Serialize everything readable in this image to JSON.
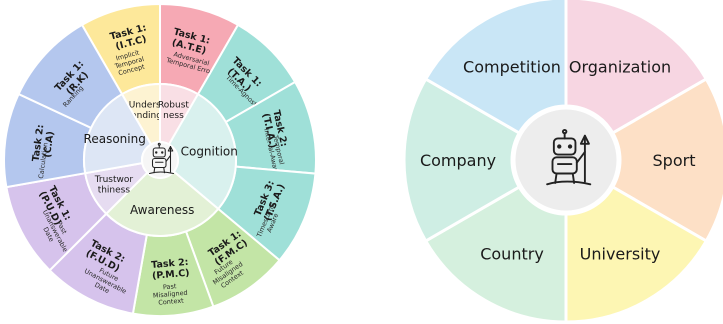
{
  "left_wheel": {
    "center_icon": "robot-astronaut-icon",
    "inner": [
      {
        "key": "understanding",
        "lines": [
          "Underst",
          "anding"
        ],
        "color": "#fdf3d2",
        "stroke": "#e8c86a"
      },
      {
        "key": "robustness",
        "lines": [
          "Robust",
          "ness"
        ],
        "color": "#f9dfe5",
        "stroke": "#e79aa8"
      },
      {
        "key": "cognition",
        "lines": [
          "Cognition"
        ],
        "color": "#d9f1ee",
        "stroke": "#78cfc4"
      },
      {
        "key": "awareness",
        "lines": [
          "Awareness"
        ],
        "color": "#e3f1d6",
        "stroke": "#a6d08a"
      },
      {
        "key": "trustworthiness",
        "lines": [
          "Trustwor",
          "thiness"
        ],
        "color": "#e6dcf1",
        "stroke": "#b8a1d9"
      },
      {
        "key": "reasoning",
        "lines": [
          "Reasoning"
        ],
        "color": "#dde6f5",
        "stroke": "#98afe0"
      }
    ],
    "outer": [
      {
        "key": "itc",
        "title": [
          "Task 1:",
          "(I.T.C)"
        ],
        "sub": [
          "Implicit",
          "Temporal",
          "Concept"
        ],
        "color": "#fde89a"
      },
      {
        "key": "ate",
        "title": [
          "Task 1:",
          "(A.T.E)"
        ],
        "sub": [
          "Adversarial",
          "Temporal Error"
        ],
        "color": "#f6a9b4"
      },
      {
        "key": "ta",
        "title": [
          "Task 1:",
          "(T.A.)"
        ],
        "sub": [
          "Time-Agnostic"
        ],
        "color": "#9fe0d8"
      },
      {
        "key": "tia",
        "title": [
          "Task 2:",
          "(T.I.A.)"
        ],
        "sub": [
          "Temporal",
          "Interval-Aware"
        ],
        "color": "#9fe0d8"
      },
      {
        "key": "tsa",
        "title": [
          "Task 3:",
          "(T.S.A.)"
        ],
        "sub": [
          "Timestamp",
          "Aware"
        ],
        "color": "#9fe0d8"
      },
      {
        "key": "fmc",
        "title": [
          "Task 1:",
          "(F.M.C)"
        ],
        "sub": [
          "Future",
          "Misaligned",
          "Context"
        ],
        "color": "#c3e5a6"
      },
      {
        "key": "pmc",
        "title": [
          "Task 2:",
          "(P.M.C)"
        ],
        "sub": [
          "Past",
          "Misaligned",
          "Context"
        ],
        "color": "#c3e5a6"
      },
      {
        "key": "fud",
        "title": [
          "Task 2:",
          "(F.U.D)"
        ],
        "sub": [
          "Future",
          "Unanswerable",
          "Date"
        ],
        "color": "#d6c3ec"
      },
      {
        "key": "pud",
        "title": [
          "Task 1:",
          "(P.U.D)"
        ],
        "sub": [
          "Past",
          "Unanswerable",
          "Date"
        ],
        "color": "#d6c3ec"
      },
      {
        "key": "ca",
        "title": [
          "Task 2:",
          "(C.A)"
        ],
        "sub": [
          "Calculation"
        ],
        "color": "#b4c7ee"
      },
      {
        "key": "rk",
        "title": [
          "Task 1:",
          "(R.K)"
        ],
        "sub": [
          "Ranking"
        ],
        "color": "#b4c7ee"
      }
    ]
  },
  "right_wheel": {
    "center_icon": "robot-astronaut-icon",
    "segments": [
      {
        "key": "organization",
        "label": "Organization",
        "color": "#f7d6e2"
      },
      {
        "key": "sport",
        "label": "Sport",
        "color": "#fde0c6"
      },
      {
        "key": "university",
        "label": "University",
        "color": "#fdf6b3"
      },
      {
        "key": "country",
        "label": "Country",
        "color": "#d5f0de"
      },
      {
        "key": "company",
        "label": "Company",
        "color": "#cfeee4"
      },
      {
        "key": "competition",
        "label": "Competition",
        "color": "#c9e6f6"
      }
    ]
  }
}
